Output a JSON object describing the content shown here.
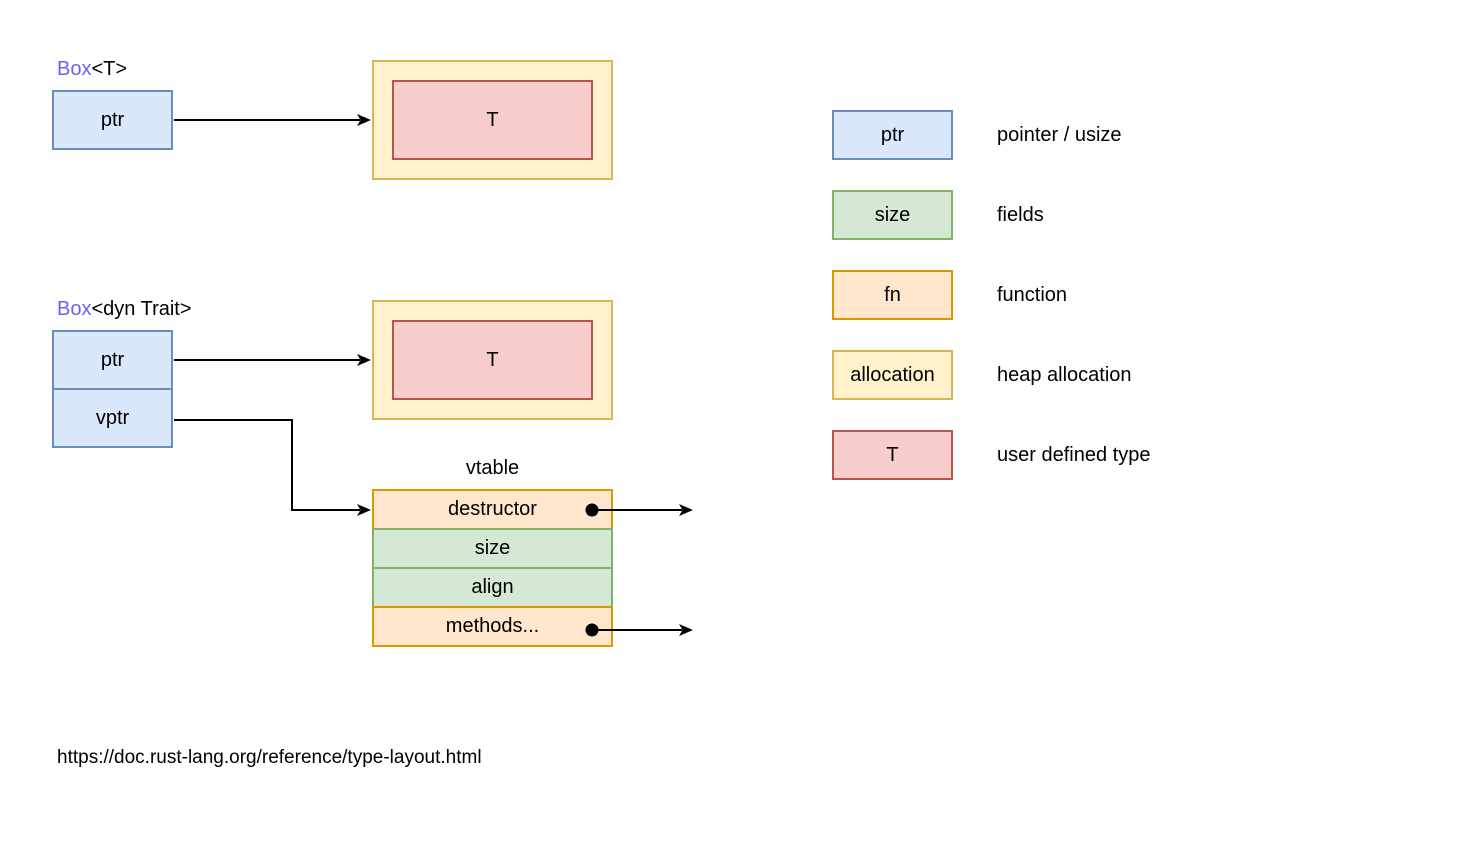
{
  "diagram": {
    "box_t": {
      "title_prefix": "Box",
      "title_suffix": "<T>",
      "ptr_label": "ptr",
      "target_label": "T"
    },
    "box_dyn": {
      "title_prefix": "Box",
      "title_suffix": "<dyn Trait>",
      "ptr_label": "ptr",
      "vptr_label": "vptr",
      "target_label": "T",
      "vtable_title": "vtable",
      "vtable_rows": [
        {
          "label": "destructor",
          "kind": "fn",
          "has_out_arrow": true
        },
        {
          "label": "size",
          "kind": "field",
          "has_out_arrow": false
        },
        {
          "label": "align",
          "kind": "field",
          "has_out_arrow": false
        },
        {
          "label": "methods...",
          "kind": "fn",
          "has_out_arrow": true
        }
      ]
    }
  },
  "legend": {
    "items": [
      {
        "swatch": "ptr",
        "kind": "pointer",
        "label": "pointer / usize"
      },
      {
        "swatch": "size",
        "kind": "field",
        "label": "fields"
      },
      {
        "swatch": "fn",
        "kind": "fn",
        "label": "function"
      },
      {
        "swatch": "allocation",
        "kind": "allocation",
        "label": "heap allocation"
      },
      {
        "swatch": "T",
        "kind": "type",
        "label": "user defined type"
      }
    ]
  },
  "footer": {
    "url": "https://doc.rust-lang.org/reference/type-layout.html"
  },
  "colors": {
    "pointer_fill": "#dae8fc",
    "pointer_border": "#6c8ebf",
    "field_fill": "#d5e8d4",
    "field_border": "#82b366",
    "fn_fill": "#ffe6cc",
    "fn_border": "#d79b00",
    "allocation_fill": "#fff2cc",
    "allocation_border": "#d6b656",
    "type_fill": "#f8cecc",
    "type_border": "#b85450",
    "keyword_text": "#6964f0",
    "arrow": "#000000"
  }
}
